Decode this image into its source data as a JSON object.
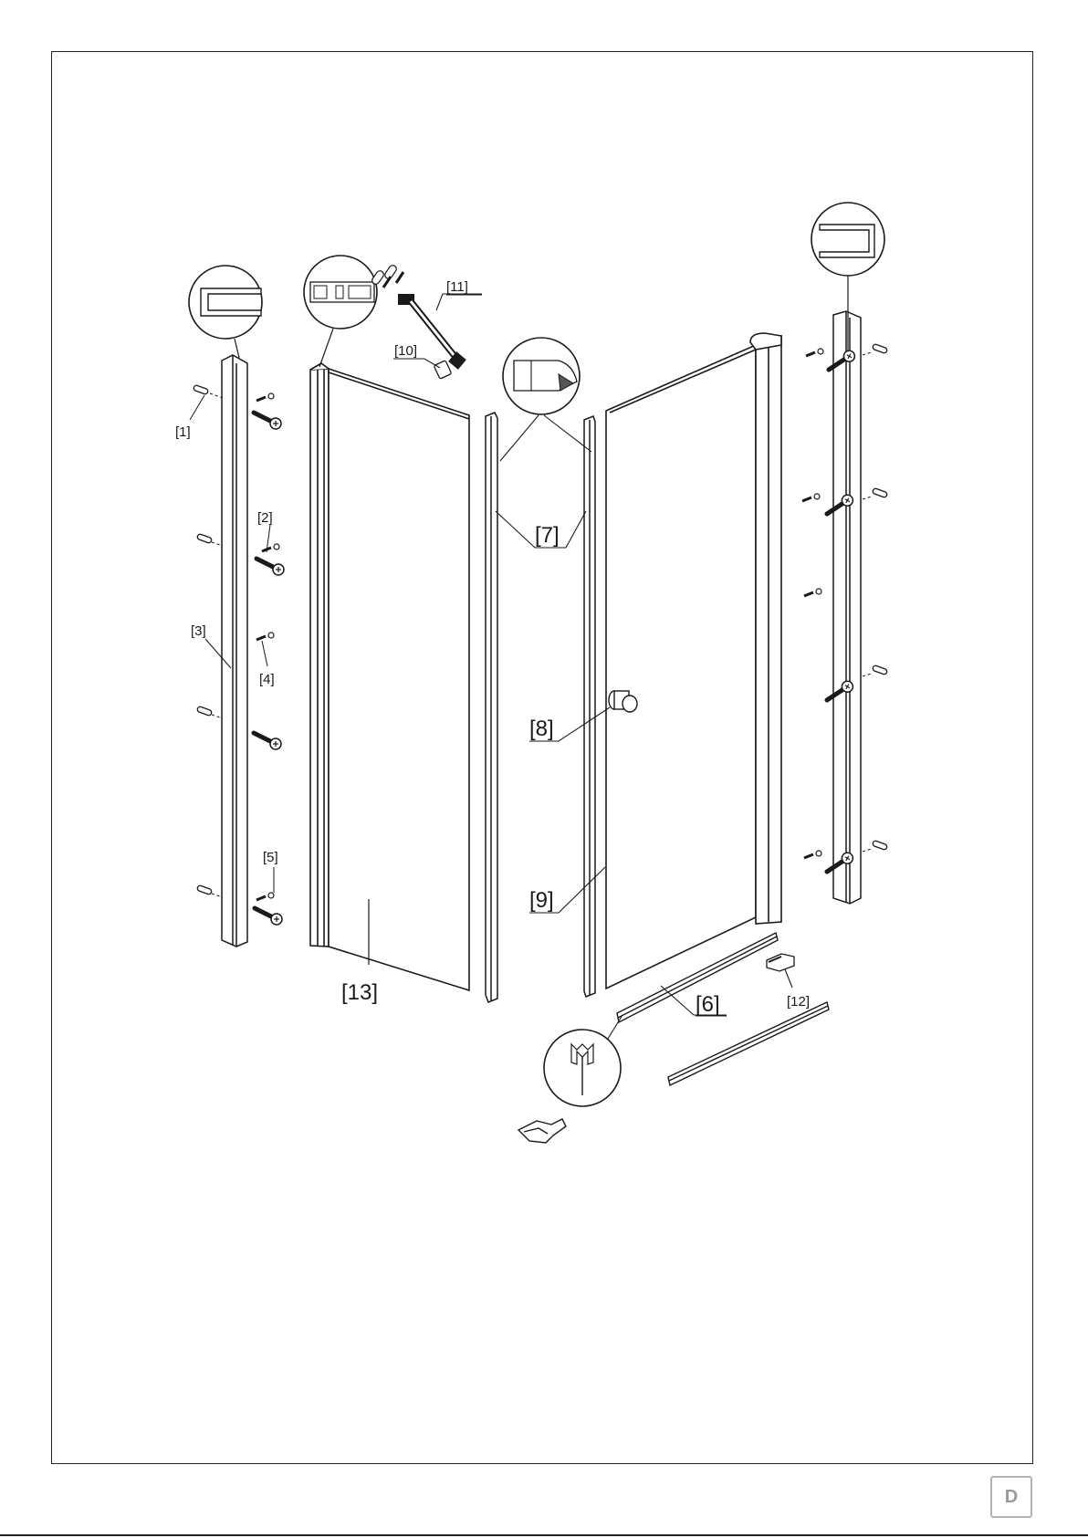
{
  "labels": {
    "p1": "[1]",
    "p2": "[2]",
    "p3": "[3]",
    "p4": "[4]",
    "p5": "[5]",
    "p6": "[6]",
    "p7": "[7]",
    "p8": "[8]",
    "p9": "[9]",
    "p10": "[10]",
    "p11": "[11]",
    "p12": "[12]",
    "p13": "[13]"
  },
  "page_letter": "D",
  "colors": {
    "line": "#1a1a1a",
    "glass": "#ffffff",
    "badge": "#b3b3b3"
  }
}
